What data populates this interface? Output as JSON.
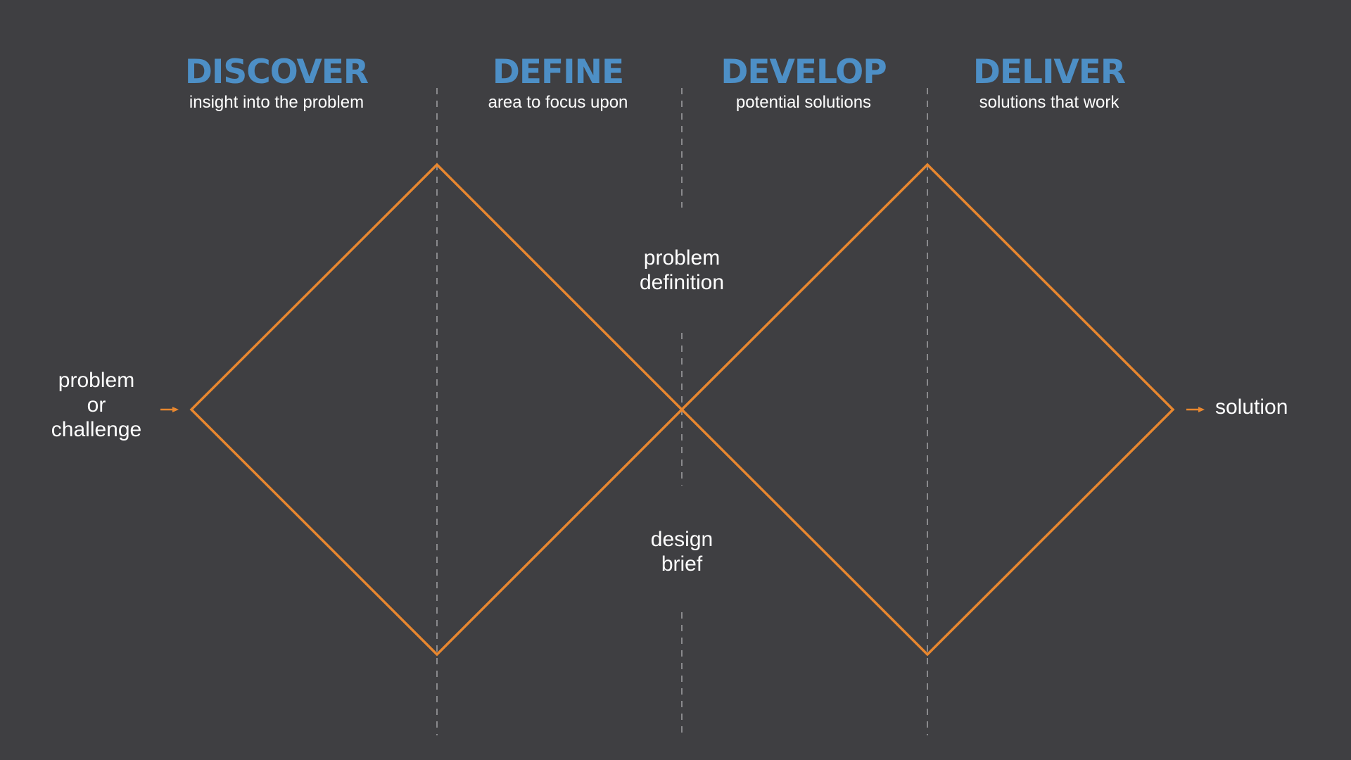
{
  "phases": [
    {
      "title": "DISCOVER",
      "subtitle": "insight into the problem"
    },
    {
      "title": "DEFINE",
      "subtitle": "area to focus upon"
    },
    {
      "title": "DEVELOP",
      "subtitle": "potential solutions"
    },
    {
      "title": "DELIVER",
      "subtitle": "solutions that work"
    }
  ],
  "labels": {
    "input": [
      "problem",
      "or",
      "challenge"
    ],
    "output": "solution",
    "midpoint_top": [
      "problem",
      "definition"
    ],
    "midpoint_bottom": [
      "design",
      "brief"
    ]
  },
  "colors": {
    "background": "#3f3f42",
    "title": "#4d8fc6",
    "text": "#ffffff",
    "diamond": "#e8872f",
    "divider": "#8a8a8d"
  }
}
